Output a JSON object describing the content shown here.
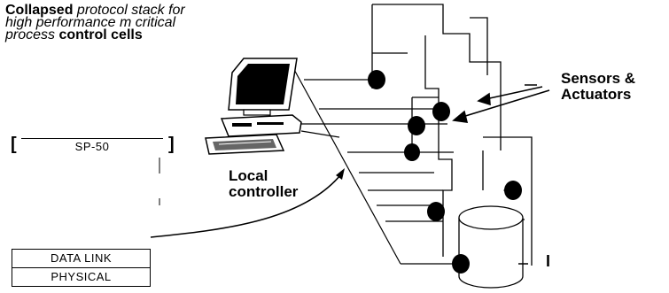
{
  "caption": {
    "w1": "Collapsed",
    "w2": "protocol stack for",
    "w3": "high performance m critical",
    "w4": "process",
    "w5": "control cells"
  },
  "labels": {
    "sensors_line1": "Sensors &",
    "sensors_line2": "Actuators",
    "controller_line1": "Local",
    "controller_line2": "controller"
  },
  "stack": {
    "sp50": "SP-50",
    "data_link": "DATA LINK",
    "physical": "PHYSICAL",
    "bracket_left": "[",
    "bracket_right": "]"
  },
  "misc": {
    "tick_mark": "I"
  }
}
